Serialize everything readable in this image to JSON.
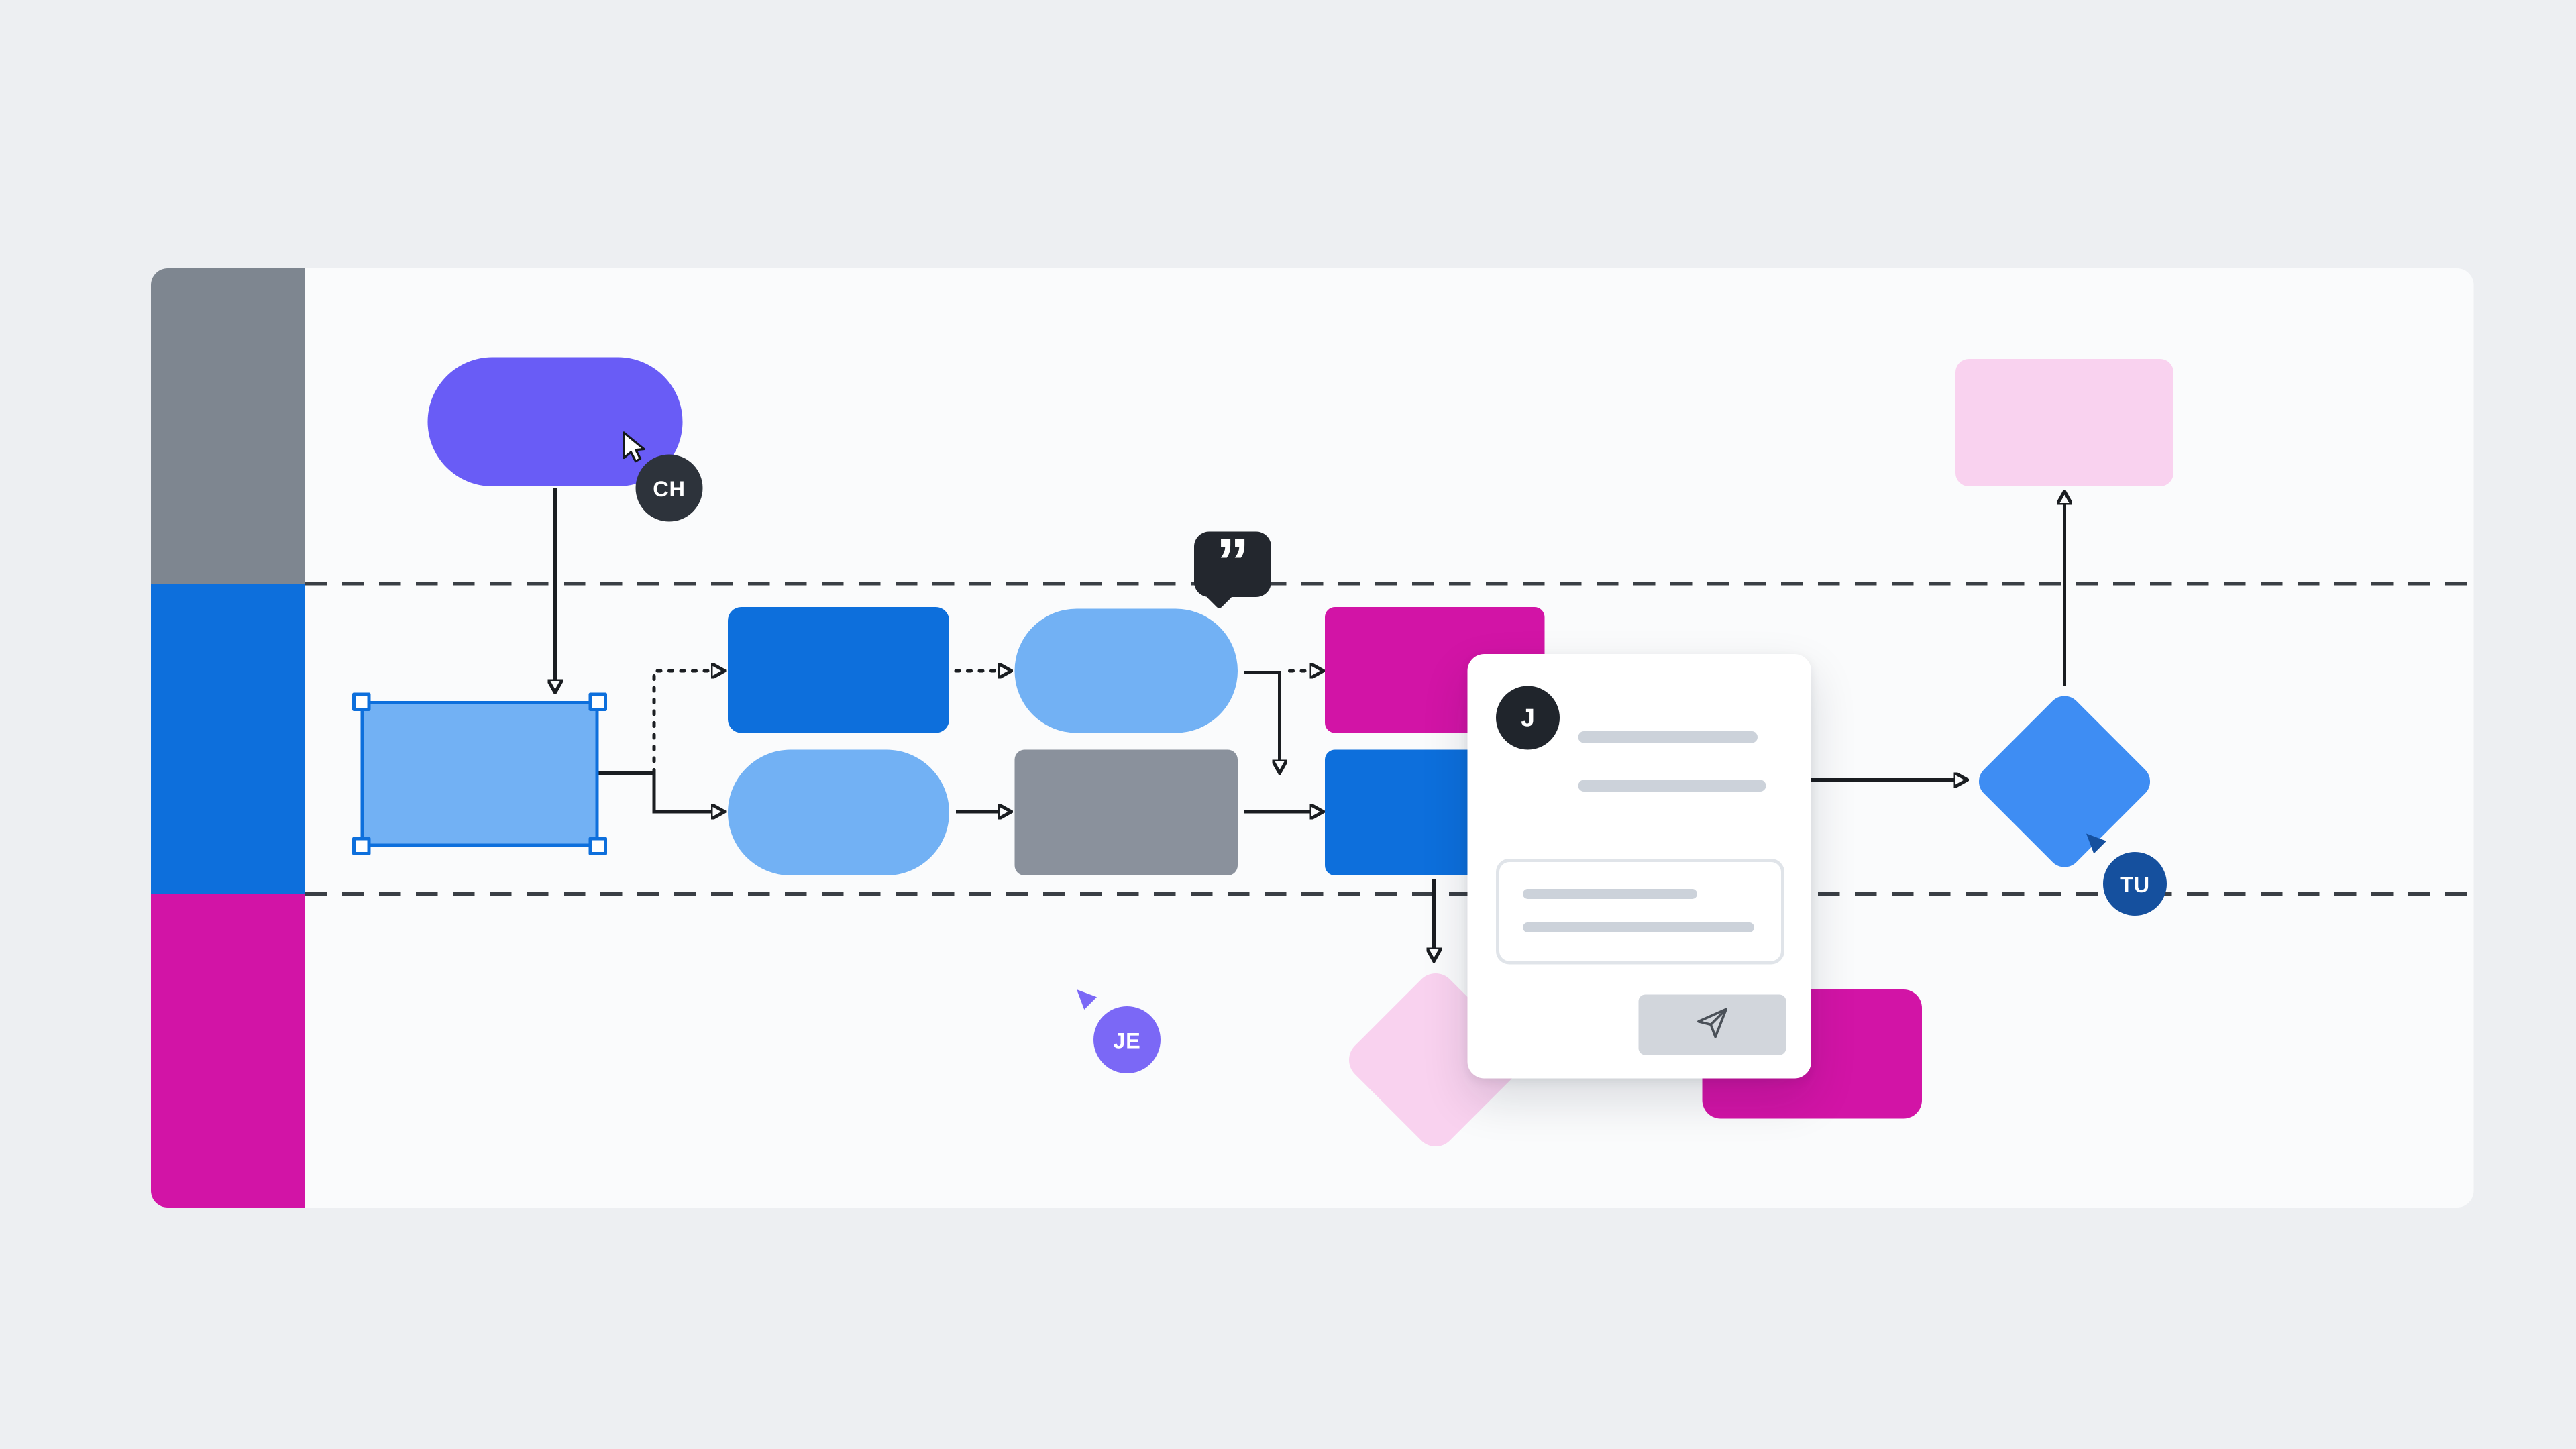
{
  "palette": {
    "background": "#EDEFF2",
    "canvas": "#FAFBFC",
    "blue": "#0D6FDC",
    "light_blue": "#72B1F4",
    "sky_blue": "#3E8DF3",
    "magenta": "#D214A6",
    "purple": "#695CF6",
    "gray": "#8A919C",
    "slate": "#7E8690",
    "pink": "#F9D2EF",
    "ink": "#1A1D21"
  },
  "lanes": [
    {
      "name": "lane-top",
      "color": "#7E8690"
    },
    {
      "name": "lane-middle",
      "color": "#0D6FDC"
    },
    {
      "name": "lane-bottom",
      "color": "#D214A6"
    }
  ],
  "shapes": [
    {
      "id": "start-pill",
      "type": "pill",
      "color": "#695CF6",
      "lane": "top"
    },
    {
      "id": "selected-rect",
      "type": "rectangle",
      "color": "#72B1F4",
      "selected": true,
      "lane": "middle"
    },
    {
      "id": "process-blue-1",
      "type": "rectangle",
      "color": "#0D6FDC",
      "lane": "middle"
    },
    {
      "id": "pill-light-1",
      "type": "pill",
      "color": "#72B1F4",
      "lane": "middle"
    },
    {
      "id": "pill-light-2",
      "type": "pill",
      "color": "#72B1F4",
      "lane": "middle"
    },
    {
      "id": "process-gray",
      "type": "rectangle",
      "color": "#8A919C",
      "lane": "middle"
    },
    {
      "id": "process-magenta",
      "type": "rectangle",
      "color": "#D214A6",
      "lane": "middle"
    },
    {
      "id": "process-blue-2",
      "type": "rectangle",
      "color": "#0D6FDC",
      "lane": "middle"
    },
    {
      "id": "diamond-pink",
      "type": "diamond",
      "color": "#F9D2EF",
      "lane": "bottom"
    },
    {
      "id": "rect-magenta-bottom",
      "type": "rectangle",
      "color": "#D214A6",
      "lane": "bottom"
    },
    {
      "id": "diamond-blue",
      "type": "diamond",
      "color": "#3E8DF3",
      "lane": "middle"
    },
    {
      "id": "rect-pink-top",
      "type": "rectangle",
      "color": "#F9D2EF",
      "lane": "top"
    }
  ],
  "cursors": {
    "ch": {
      "initials": "CH",
      "color": "#2D333B"
    },
    "je": {
      "initials": "JE",
      "color": "#7B68F6"
    },
    "tu": {
      "initials": "TU",
      "color": "#15509E"
    }
  },
  "quote_bubble": {
    "glyph": "”"
  },
  "comment_card": {
    "avatar_initial": "J",
    "send_icon": "paper-plane-icon"
  }
}
